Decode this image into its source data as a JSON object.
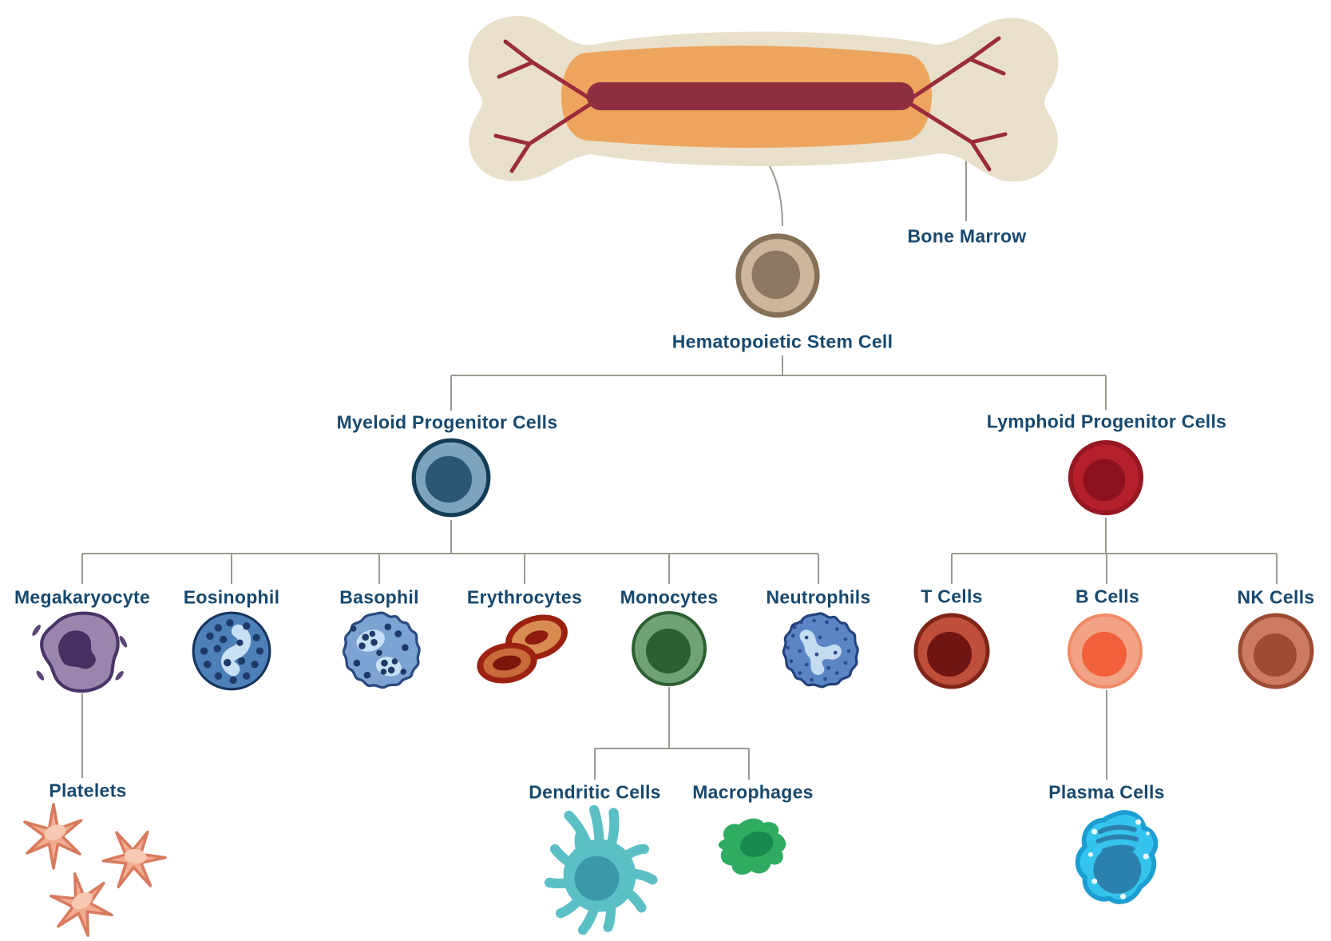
{
  "title": "Hematopoietic stem cell differentiation diagram",
  "nodes": {
    "bone_marrow": {
      "label": "Bone Marrow"
    },
    "hsc": {
      "label": "Hematopoietic Stem Cell"
    },
    "myeloid": {
      "label": "Myeloid Progenitor Cells"
    },
    "lymphoid": {
      "label": "Lymphoid Progenitor Cells"
    },
    "megakaryocyte": {
      "label": "Megakaryocyte"
    },
    "eosinophil": {
      "label": "Eosinophil"
    },
    "basophil": {
      "label": "Basophil"
    },
    "erythrocytes": {
      "label": "Erythrocytes"
    },
    "monocytes": {
      "label": "Monocytes"
    },
    "neutrophils": {
      "label": "Neutrophils"
    },
    "t_cells": {
      "label": "T Cells"
    },
    "b_cells": {
      "label": "B Cells"
    },
    "nk_cells": {
      "label": "NK Cells"
    },
    "platelets": {
      "label": "Platelets"
    },
    "dendritic": {
      "label": "Dendritic Cells"
    },
    "macrophages": {
      "label": "Macrophages"
    },
    "plasma": {
      "label": "Plasma Cells"
    }
  },
  "hierarchy": [
    "Bone Marrow -> Hematopoietic Stem Cell",
    "Hematopoietic Stem Cell -> Myeloid Progenitor Cells",
    "Hematopoietic Stem Cell -> Lymphoid Progenitor Cells",
    "Myeloid Progenitor Cells -> Megakaryocyte",
    "Myeloid Progenitor Cells -> Eosinophil",
    "Myeloid Progenitor Cells -> Basophil",
    "Myeloid Progenitor Cells -> Erythrocytes",
    "Myeloid Progenitor Cells -> Monocytes",
    "Myeloid Progenitor Cells -> Neutrophils",
    "Lymphoid Progenitor Cells -> T Cells",
    "Lymphoid Progenitor Cells -> B Cells",
    "Lymphoid Progenitor Cells -> NK Cells",
    "Megakaryocyte -> Platelets",
    "Monocytes -> Dendritic Cells",
    "Monocytes -> Macrophages",
    "B Cells -> Plasma Cells"
  ],
  "palette": {
    "label_text": "#17486e",
    "connector": "#9b998f",
    "bone": "#e9e0cc",
    "bone_marrow_fill": "#eda55e",
    "marrow_canal": "#8e2f40",
    "blood_vessel": "#9a2c3c",
    "hsc": "#cdb59e",
    "myeloid": "#7ea4bd",
    "lymphoid": "#b5202a",
    "megakaryocyte": "#9b85ad",
    "eosinophil": "#4d80b7",
    "basophil": "#7ca3d1",
    "erythrocyte": "#c96a3a",
    "monocyte": "#6fa376",
    "neutrophil": "#5b85c4",
    "t_cell": "#bf4e3a",
    "b_cell": "#f2a285",
    "nk_cell": "#cc7a60",
    "platelet": "#f2ab90",
    "dendritic": "#5bc0c6",
    "macrophage": "#2fab62",
    "plasma": "#35c4ee"
  }
}
